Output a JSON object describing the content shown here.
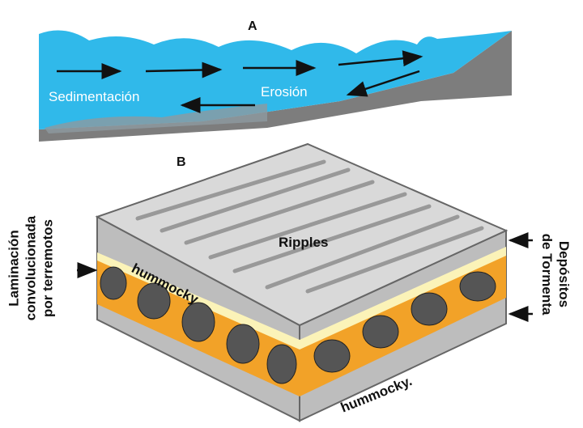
{
  "panel_a": {
    "label": "A",
    "sedimentation": "Sedimentación",
    "erosion": "Erosión"
  },
  "panel_b": {
    "label": "B",
    "ripples": "Ripples",
    "hummocky_top": "hummocky",
    "hummocky_bottom": "hummocky.",
    "left_label": [
      "Laminación",
      "convolucionada",
      "por terremotos"
    ],
    "right_label": [
      "Depósitos",
      "de Tormenta"
    ]
  },
  "colors": {
    "water": "#2fb8e8",
    "seabed": "#7a7a7a",
    "sand": "#f2a228",
    "light_layer": "#fbf3b8",
    "rock": "#bdbdbd"
  }
}
